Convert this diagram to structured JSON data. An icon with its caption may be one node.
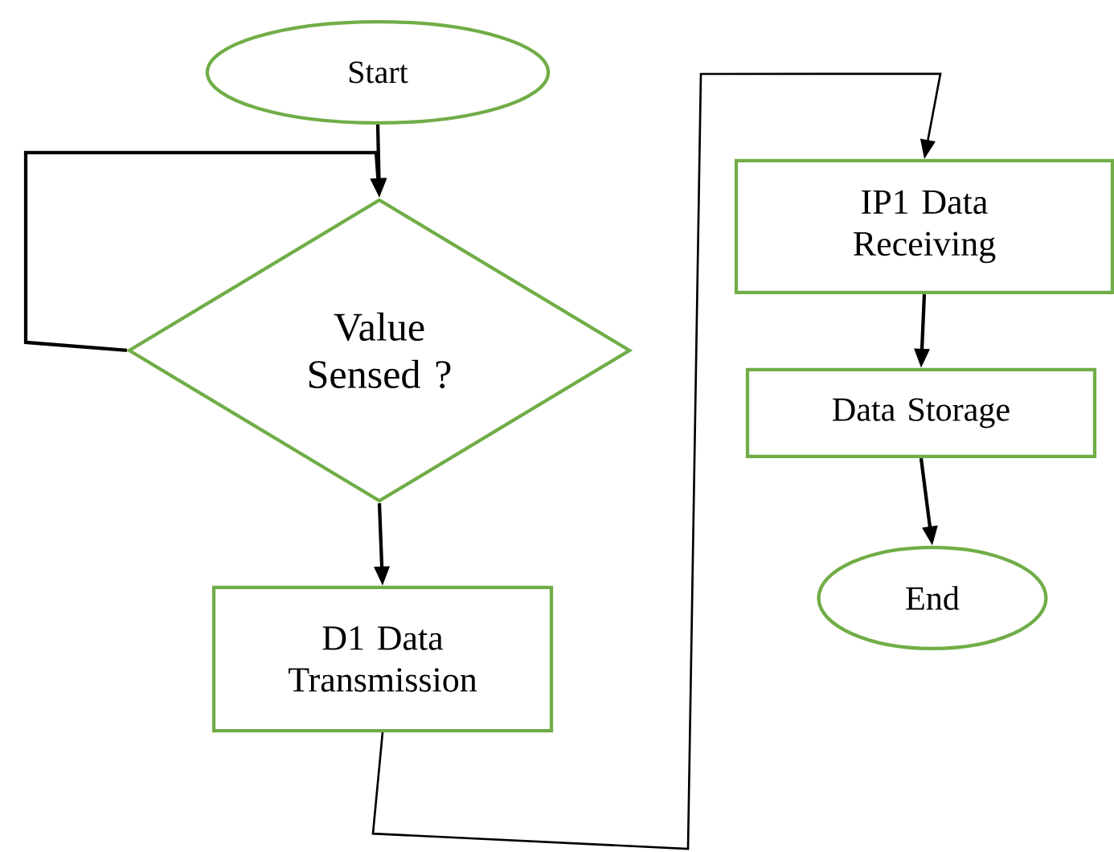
{
  "diagram": {
    "nodes": [
      {
        "text": [
          "Start"
        ]
      },
      {
        "text": [
          "Value Sensed ?"
        ]
      },
      {
        "text": [
          "D1 Data Transmission"
        ]
      },
      {
        "text": [
          "IP1 Data Receiving"
        ]
      },
      {
        "text": [
          "Data Storage"
        ]
      },
      {
        "text": [
          "End"
        ]
      }
    ],
    "edges": [
      {
        "from": 0,
        "to": 1,
        "arrow": "to"
      },
      {
        "from": 1,
        "to": 1,
        "arrow": "to"
      },
      {
        "from": 1,
        "to": 2,
        "arrow": "to"
      },
      {
        "from": 2,
        "to": 3,
        "arrow": "to"
      },
      {
        "from": 3,
        "to": 4,
        "arrow": "to"
      },
      {
        "from": 4,
        "to": 5,
        "arrow": "to"
      }
    ]
  }
}
